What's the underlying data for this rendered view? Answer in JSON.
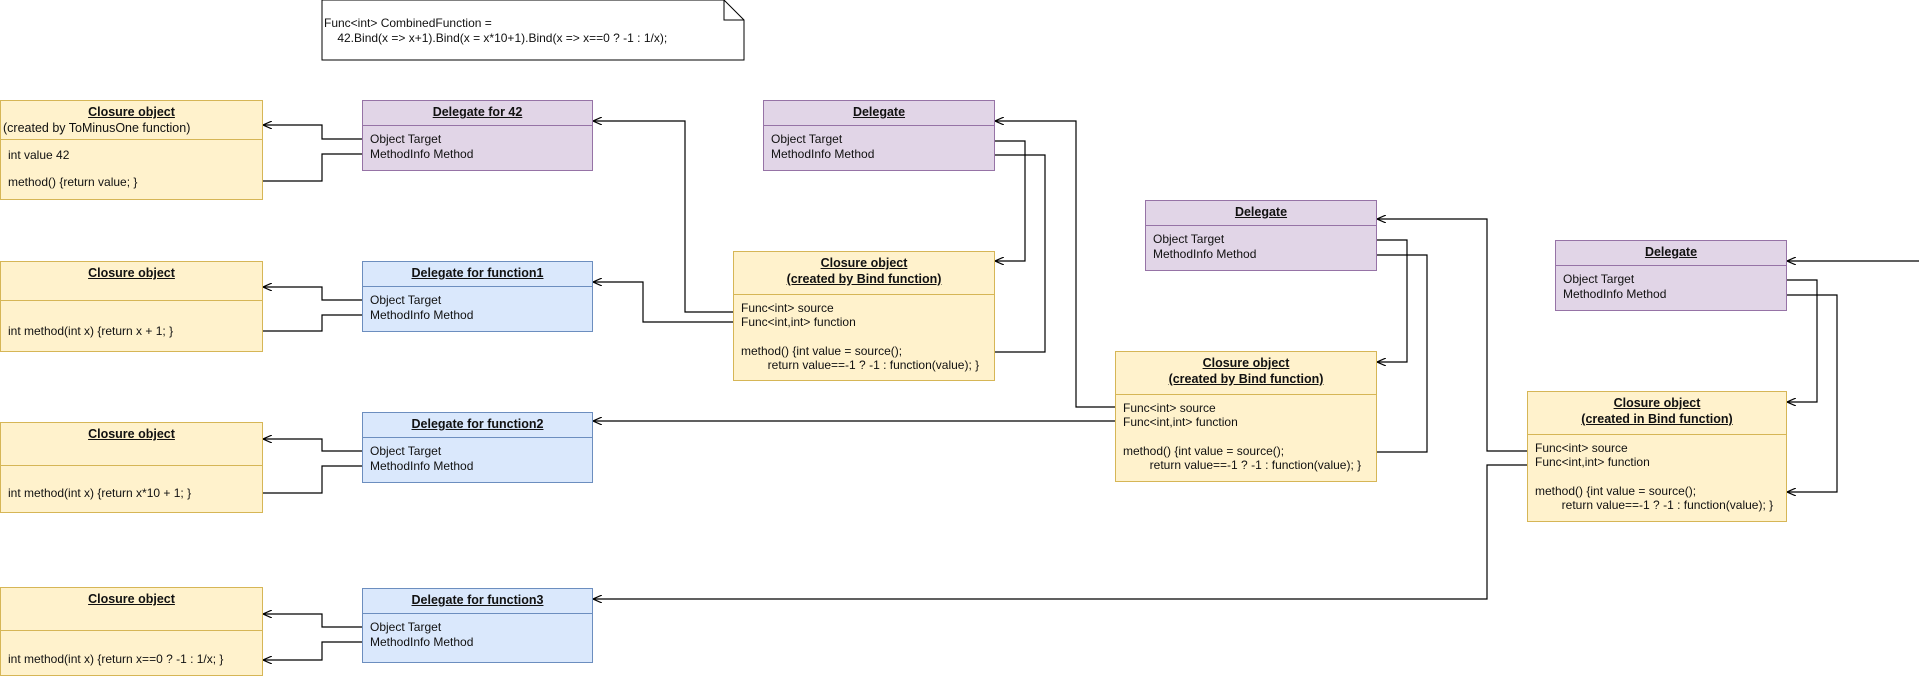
{
  "note": {
    "line1": "Func<int> CombinedFunction =",
    "line2": "    42.Bind(x => x+1).Bind(x = x*10+1).Bind(x => x==0 ? -1 : 1/x);"
  },
  "closures": {
    "c42": {
      "title": "Closure object",
      "subtitle": "(created by ToMinusOne function)",
      "line1": "int value 42",
      "line2": "method() {return value; }"
    },
    "c1": {
      "title": "Closure object",
      "line1": "int method(int x) {return x + 1; }"
    },
    "c2": {
      "title": "Closure object",
      "line1": "int method(int x) {return x*10 + 1; }"
    },
    "c3": {
      "title": "Closure object",
      "line1": "int method(int x) {return x==0 ? -1 : 1/x; }"
    }
  },
  "delegates": {
    "d42": {
      "title": "Delegate for 42",
      "target": "Object Target",
      "method": "MethodInfo Method"
    },
    "df1": {
      "title": "Delegate for function1",
      "target": "Object Target",
      "method": "MethodInfo Method"
    },
    "df2": {
      "title": "Delegate for function2",
      "target": "Object Target",
      "method": "MethodInfo Method"
    },
    "df3": {
      "title": "Delegate for function3",
      "target": "Object Target",
      "method": "MethodInfo Method"
    },
    "dA": {
      "title": "Delegate",
      "target": "Object Target",
      "method": "MethodInfo Method"
    },
    "dB": {
      "title": "Delegate",
      "target": "Object Target",
      "method": "MethodInfo Method"
    },
    "dC": {
      "title": "Delegate",
      "target": "Object Target",
      "method": "MethodInfo Method"
    }
  },
  "bind_closures": {
    "bA": {
      "title": "Closure object",
      "subtitle": "(created by Bind function)",
      "source": "Func<int> source",
      "function": "Func<int,int> function",
      "method1": "method() {int value = source();",
      "method2": "        return value==-1 ? -1 : function(value); }"
    },
    "bB": {
      "title": "Closure object",
      "subtitle": "(created by Bind function)",
      "source": "Func<int> source",
      "function": "Func<int,int> function",
      "method1": "method() {int value = source();",
      "method2": "        return value==-1 ? -1 : function(value); }"
    },
    "bC": {
      "title": "Closure object",
      "subtitle": "(created in Bind function)",
      "source": "Func<int> source",
      "function": "Func<int,int> function",
      "method1": "method() {int value = source();",
      "method2": "        return value==-1 ? -1 : function(value); }"
    }
  },
  "colors": {
    "yellow_fill": "#fff2cc",
    "yellow_stroke": "#d6b656",
    "purple_fill": "#e1d5e7",
    "purple_stroke": "#9673a6",
    "blue_fill": "#dae8fc",
    "blue_stroke": "#6c8ebf"
  }
}
